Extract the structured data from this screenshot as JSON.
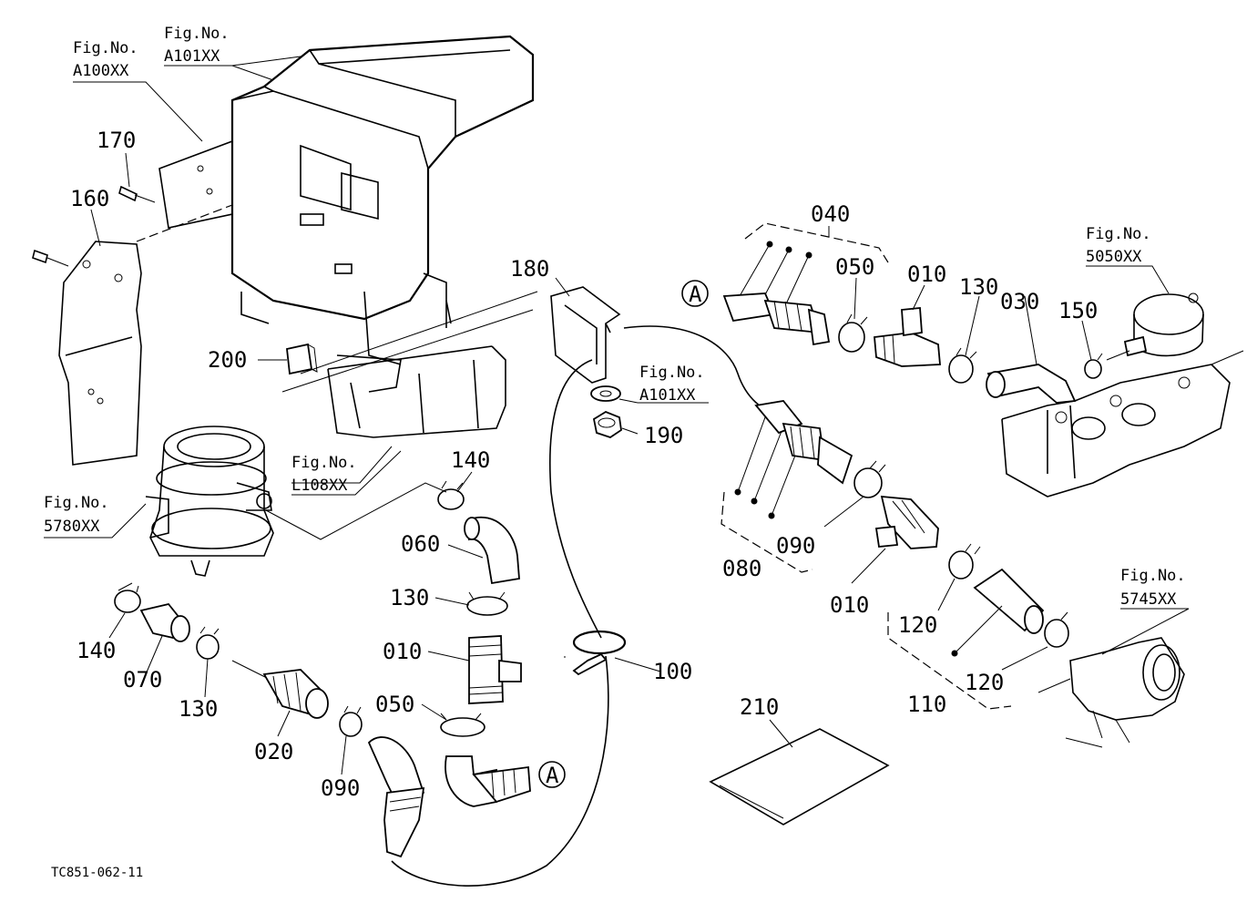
{
  "parts": {
    "p010a": "010",
    "p010b": "010",
    "p010c": "010",
    "p020": "020",
    "p030": "030",
    "p040": "040",
    "p050a": "050",
    "p050b": "050",
    "p060": "060",
    "p070": "070",
    "p080": "080",
    "p090a": "090",
    "p090b": "090",
    "p100": "100",
    "p110": "110",
    "p120a": "120",
    "p120b": "120",
    "p130a": "130",
    "p130b": "130",
    "p130c": "130",
    "p140a": "140",
    "p140b": "140",
    "p150": "150",
    "p160": "160",
    "p170": "170",
    "p180": "180",
    "p190": "190",
    "p200": "200",
    "p210": "210"
  },
  "fig_refs": {
    "a100_label": "Fig.No.",
    "a100_code": "A100XX",
    "a101_top_label": "Fig.No.",
    "a101_top_code": "A101XX",
    "a101_mid_label": "Fig.No.",
    "a101_mid_code": "A101XX",
    "l108_label": "Fig.No.",
    "l108_code": "L108XX",
    "f5780_label": "Fig.No.",
    "f5780_code": "5780XX",
    "f5050_label": "Fig.No.",
    "f5050_code": "5050XX",
    "f5745_label": "Fig.No.",
    "f5745_code": "5745XX"
  },
  "connectors": {
    "a_left": "A",
    "a_right": "A"
  },
  "drawing_code": "TC851-062-11"
}
